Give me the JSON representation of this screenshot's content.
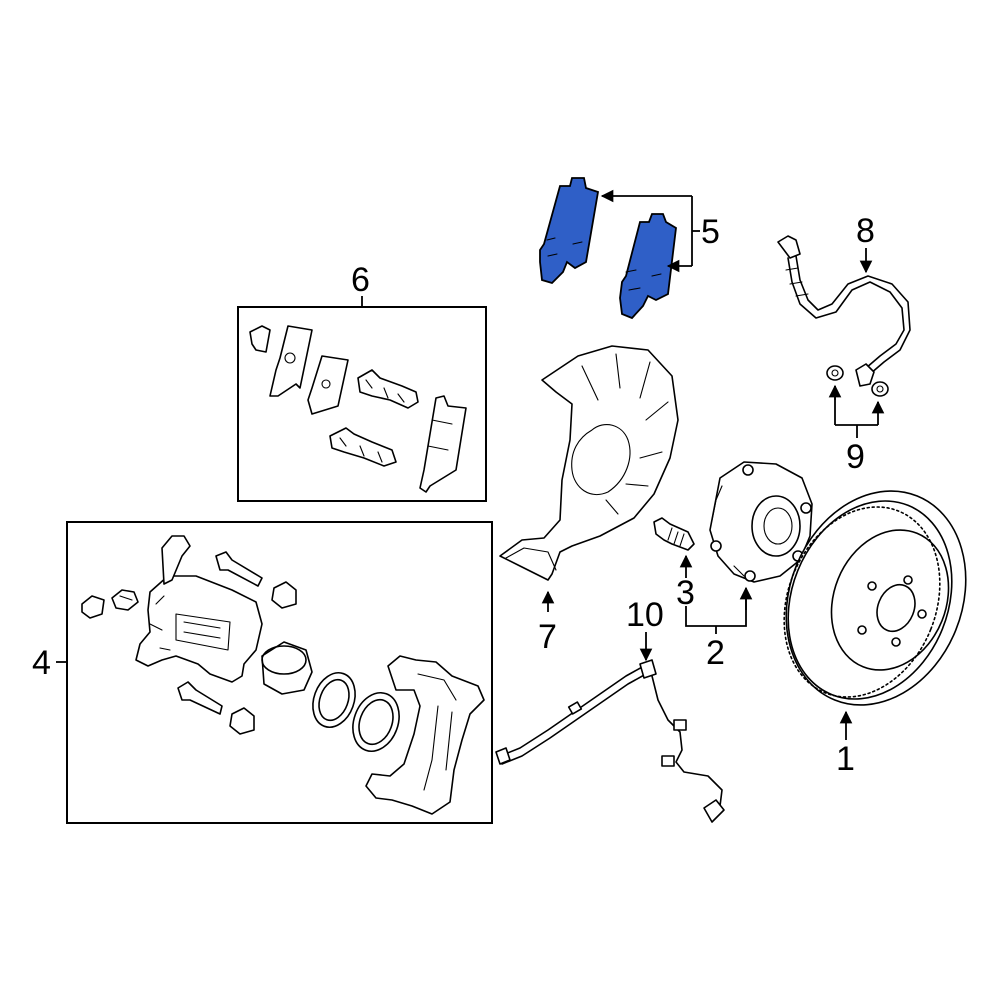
{
  "diagram": {
    "callouts": {
      "c1": "1",
      "c2": "2",
      "c3": "3",
      "c4": "4",
      "c5": "5",
      "c6": "6",
      "c7": "7",
      "c8": "8",
      "c9": "9",
      "c10": "10"
    },
    "colors": {
      "highlight": "#2f5fc7",
      "line": "#000000",
      "background": "#ffffff"
    }
  }
}
